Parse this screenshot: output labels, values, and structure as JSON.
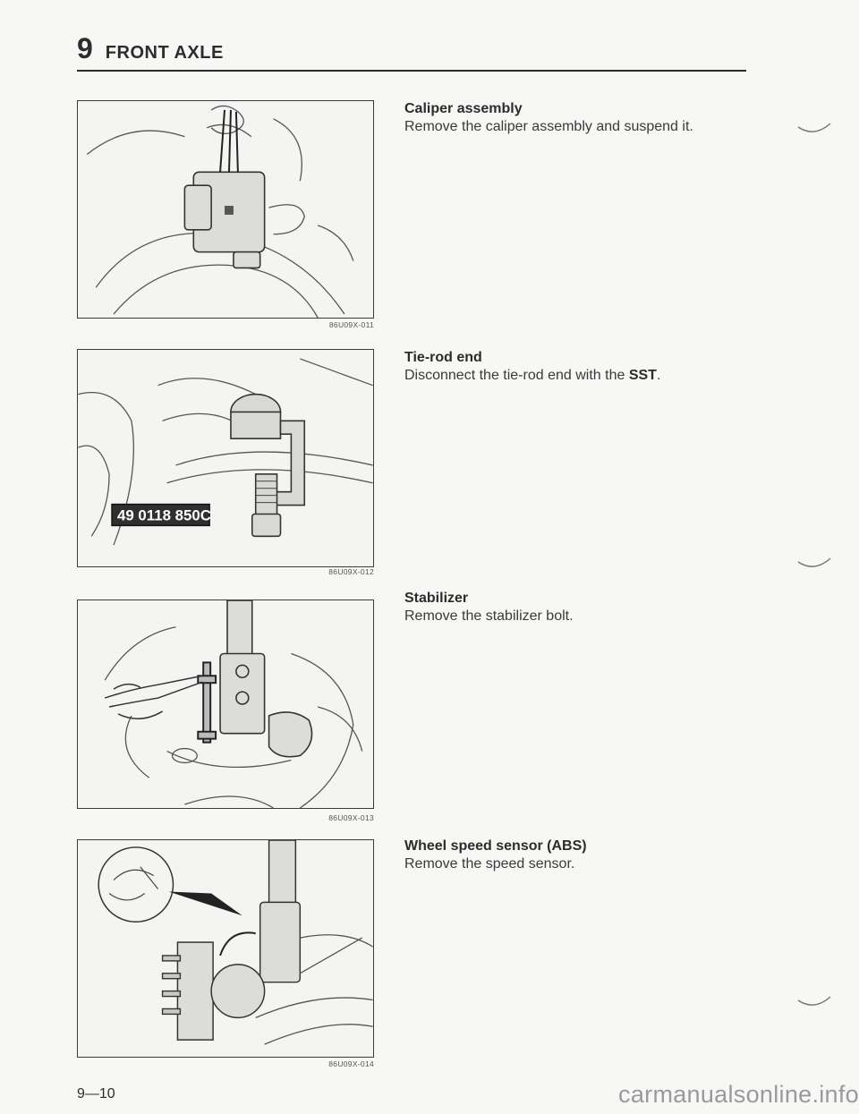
{
  "header": {
    "chapter_number": "9",
    "chapter_title": "FRONT AXLE"
  },
  "steps": [
    {
      "title": "Caliper assembly",
      "text": "Remove the caliper assembly and suspend it.",
      "figure_code": "86U09X-011"
    },
    {
      "title": "Tie-rod end",
      "text_before": "Disconnect the tie-rod end with the ",
      "text_bold": "SST",
      "text_after": ".",
      "figure_code": "86U09X-012",
      "tool_tag": "49 0118 850C"
    },
    {
      "title": "Stabilizer",
      "text": "Remove the stabilizer bolt.",
      "figure_code": "86U09X-013"
    },
    {
      "title": "Wheel speed sensor (ABS)",
      "text": "Remove the speed sensor.",
      "figure_code": "86U09X-014"
    }
  ],
  "footer": {
    "page_number": "9—10",
    "watermark": "carmanualsonline.info"
  }
}
